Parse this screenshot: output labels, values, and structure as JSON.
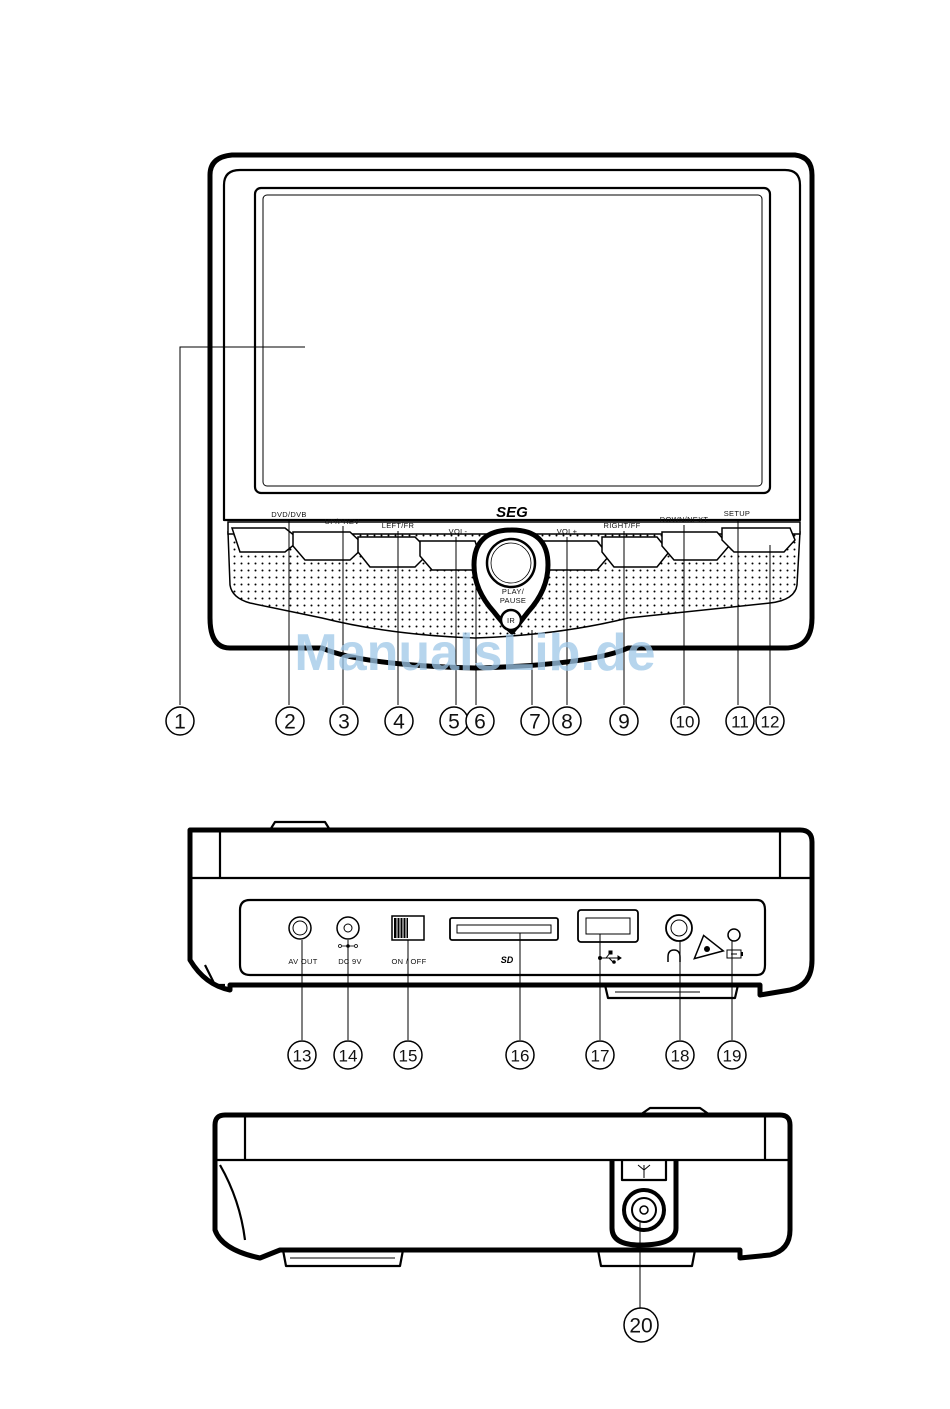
{
  "front": {
    "brand": "SEG",
    "buttons": {
      "dvd_dvb": "DVD/DVB",
      "up_prev": "UP/PREV",
      "left_fr": "LEFT/FR",
      "vol_minus": "VOL-",
      "vol_plus": "VOL+",
      "right_ff": "RIGHT/FF",
      "down_next": "DOWN/NEXT",
      "setup": "SETUP",
      "play_pause_1": "PLAY/",
      "play_pause_2": "PAUSE",
      "ir": "IR"
    }
  },
  "side": {
    "labels": {
      "av_out": "AV OUT",
      "dc": "DC 9V",
      "power": "ON / OFF"
    },
    "icons": [
      "sd-card-logo-icon",
      "usb-icon",
      "headphone-icon",
      "laser-warning-icon",
      "battery-icon"
    ]
  },
  "callouts": [
    "1",
    "2",
    "3",
    "4",
    "5",
    "6",
    "7",
    "8",
    "9",
    "10",
    "11",
    "12",
    "13",
    "14",
    "15",
    "16",
    "17",
    "18",
    "19",
    "20"
  ],
  "watermark": "ManualsLib.de"
}
